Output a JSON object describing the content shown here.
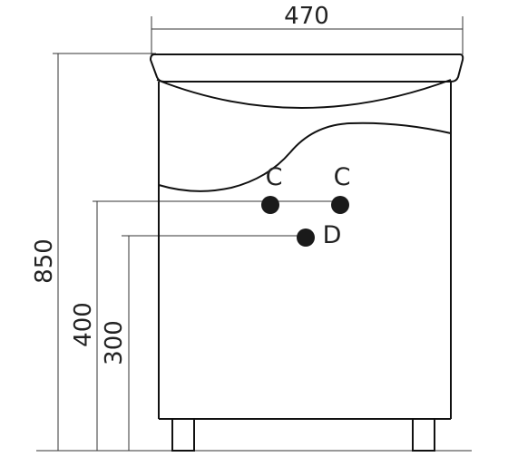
{
  "dimensions": {
    "width": "470",
    "height": "850",
    "height_c": "400",
    "height_d": "300"
  },
  "points": {
    "c_left": "C",
    "c_right": "C",
    "d": "D"
  },
  "colors": {
    "line": "#111111",
    "dim_line": "#333333",
    "point": "#1a1a1a",
    "background": "#ffffff"
  }
}
